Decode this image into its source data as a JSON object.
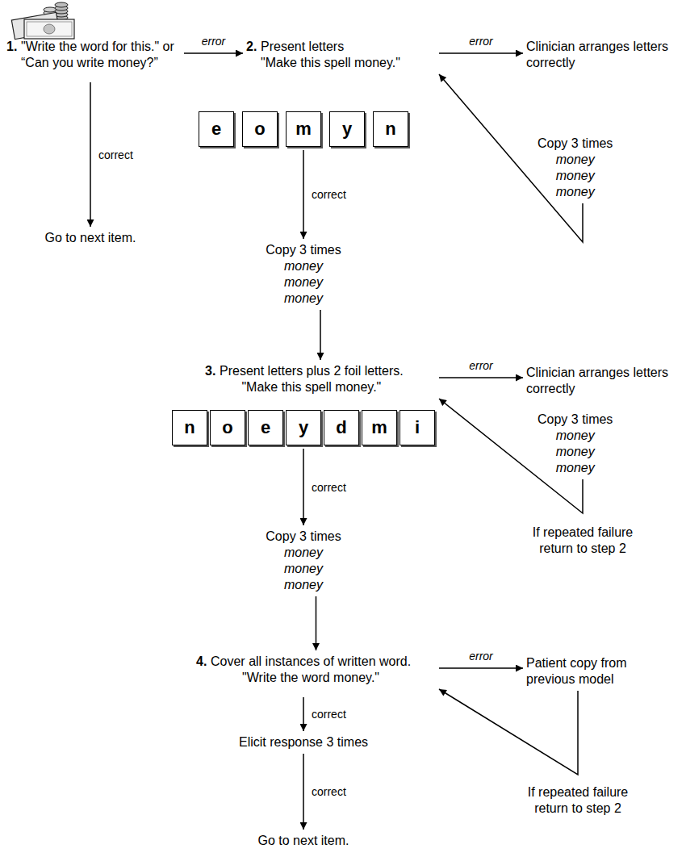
{
  "diagram": {
    "nodes": [
      {
        "text": [
          "1.",
          "\"Write the word for this.\" or “Can you write money?”"
        ]
      },
      {
        "text": [
          "2.",
          "Present letters",
          "\"Make this spell money.\""
        ]
      },
      {
        "text": [
          "Clinician arranges letters correctly",
          "Copy 3 times",
          "money",
          "money",
          "money"
        ]
      },
      {
        "text": [
          "e"
        ]
      },
      {
        "text": [
          "o"
        ]
      },
      {
        "text": [
          "m"
        ]
      },
      {
        "text": [
          "y"
        ]
      },
      {
        "text": [
          "n"
        ]
      },
      {
        "text": [
          "Go to next item."
        ]
      },
      {
        "text": [
          "Copy 3 times",
          "money",
          "money",
          "money"
        ]
      },
      {
        "text": [
          "3.",
          "Present letters plus 2 foil letters.",
          "\"Make this spell money.\""
        ]
      },
      {
        "text": [
          "Clinician arranges letters correctly",
          "Copy 3 times",
          "money",
          "money",
          "money"
        ]
      },
      {
        "text": [
          "n"
        ]
      },
      {
        "text": [
          "o"
        ]
      },
      {
        "text": [
          "e"
        ]
      },
      {
        "text": [
          "y"
        ]
      },
      {
        "text": [
          "d"
        ]
      },
      {
        "text": [
          "m"
        ]
      },
      {
        "text": [
          "i"
        ]
      },
      {
        "text": [
          "Copy 3 times",
          "money",
          "money",
          "money"
        ]
      },
      {
        "text": [
          "4.",
          "Cover all instances of written word.",
          "\"Write the word money.\""
        ]
      },
      {
        "text": [
          "Patient copy from previous model"
        ]
      },
      {
        "text": [
          "Elicit response 3 times"
        ]
      },
      {
        "text": [
          "Go to next item."
        ]
      }
    ],
    "edges": [
      {
        "from": 0,
        "to": 8,
        "arrow": "to",
        "label": "correct"
      },
      {
        "from": 0,
        "to": 1,
        "arrow": "to",
        "label": "error"
      },
      {
        "from": 1,
        "to": 2,
        "arrow": "to",
        "label": "error"
      },
      {
        "from": 2,
        "to": 1,
        "arrow": "to"
      },
      {
        "from": 5,
        "to": 9,
        "arrow": "to",
        "label": "correct"
      },
      {
        "from": 9,
        "to": 10,
        "arrow": "to"
      },
      {
        "from": 10,
        "to": 11,
        "arrow": "to",
        "label": "error"
      },
      {
        "from": 11,
        "to": 10,
        "arrow": "to"
      },
      {
        "from": 15,
        "to": 19,
        "arrow": "to",
        "label": "correct"
      },
      {
        "from": 19,
        "to": 20,
        "arrow": "to"
      },
      {
        "from": 20,
        "to": 21,
        "arrow": "to",
        "label": "error"
      },
      {
        "from": 21,
        "to": 20,
        "arrow": "to"
      },
      {
        "from": 20,
        "to": 22,
        "arrow": "to",
        "label": "correct"
      },
      {
        "from": 22,
        "to": 23,
        "arrow": "to",
        "label": "correct"
      }
    ],
    "labels": [
      "If repeated failure return to step 2",
      "If repeated failure return to step 2"
    ]
  }
}
